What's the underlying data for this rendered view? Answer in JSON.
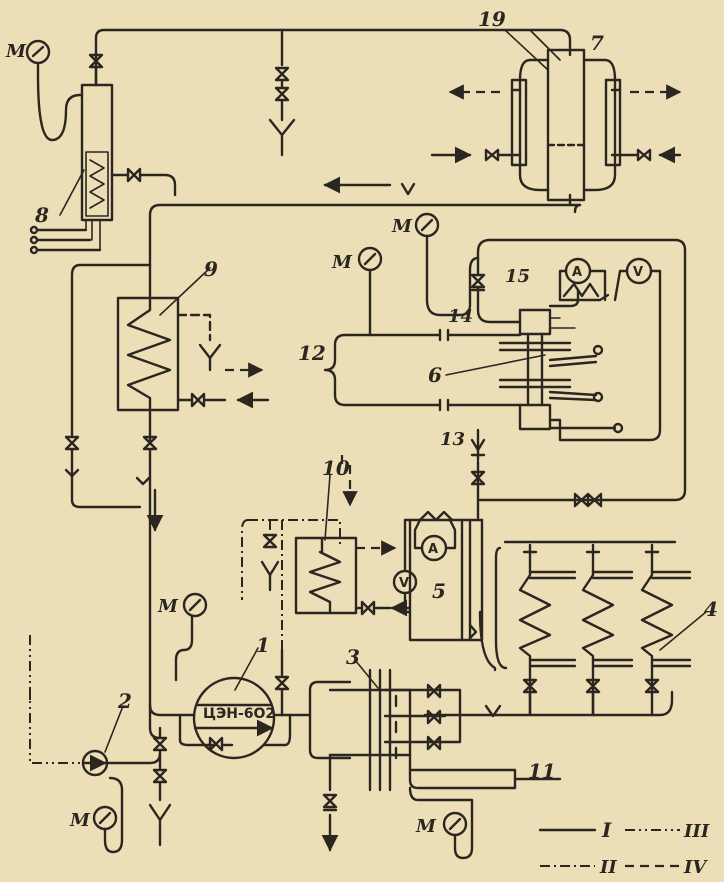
{
  "labels": {
    "n1": "1",
    "n2": "2",
    "n3": "3",
    "n4": "4",
    "n5": "5",
    "n6": "6",
    "n7": "7",
    "n8": "8",
    "n9": "9",
    "n10": "10",
    "n11": "11",
    "n12": "12",
    "n13": "13",
    "n14": "14",
    "n15": "15",
    "n19": "19"
  },
  "pump_label": "ЦЭН-6О2",
  "gauge_letter": "M",
  "meter_ammeter": "A",
  "meter_voltmeter": "V",
  "legend": {
    "I": "I",
    "II": "II",
    "III": "III",
    "IV": "IV"
  },
  "colors": {
    "ink": "#2b2620",
    "paper": "#ecdfb8"
  }
}
